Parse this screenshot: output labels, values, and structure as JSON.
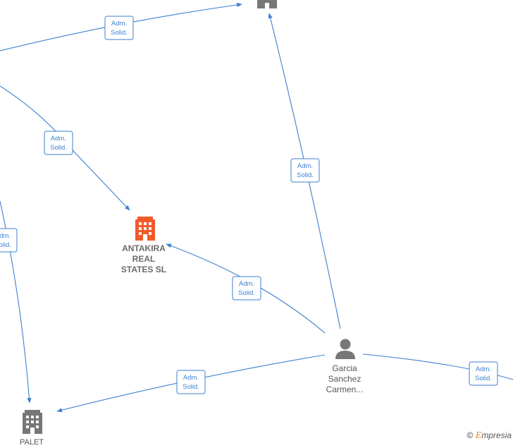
{
  "diagram": {
    "edge_label_line1": "Adm.",
    "edge_label_line2": "Solid.",
    "nodes": {
      "antakira": {
        "lines": [
          "ANTAKIRA",
          "REAL",
          "STATES  SL"
        ]
      },
      "garcia": {
        "lines": [
          "Garcia",
          "Sanchez",
          "Carmen..."
        ]
      },
      "palet": {
        "lines": [
          "PALET"
        ]
      }
    }
  },
  "watermark": {
    "copyright": "©",
    "brand_initial": "E",
    "brand_rest": "mpresia"
  },
  "colors": {
    "edge": "#3d7fd0",
    "focus_company": "#f25a2a",
    "company": "#777777",
    "person": "#777777"
  }
}
